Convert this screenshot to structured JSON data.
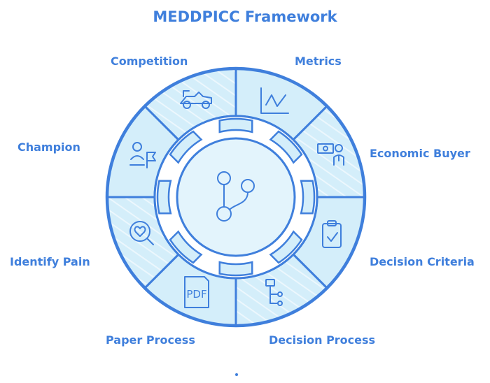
{
  "title": "MEDDPICC Framework",
  "colors": {
    "accent": "#3f7fdc",
    "segment_fill": "#d4eefa",
    "segment_fill_light": "#e6f6fd",
    "center_fill": "#e3f4fc"
  },
  "center_icon": "branching-flow-icon",
  "segments": [
    {
      "label": "Metrics",
      "icon": "line-chart-icon"
    },
    {
      "label": "Economic Buyer",
      "icon": "person-with-money-icon"
    },
    {
      "label": "Decision Criteria",
      "icon": "clipboard-check-icon"
    },
    {
      "label": "Decision Process",
      "icon": "process-flow-icon"
    },
    {
      "label": "Paper Process",
      "icon": "pdf-document-icon",
      "icon_text": "PDF"
    },
    {
      "label": "Identify Pain",
      "icon": "heart-magnifier-icon"
    },
    {
      "label": "Champion",
      "icon": "person-with-flag-icon"
    },
    {
      "label": "Competition",
      "icon": "race-car-icon"
    }
  ]
}
